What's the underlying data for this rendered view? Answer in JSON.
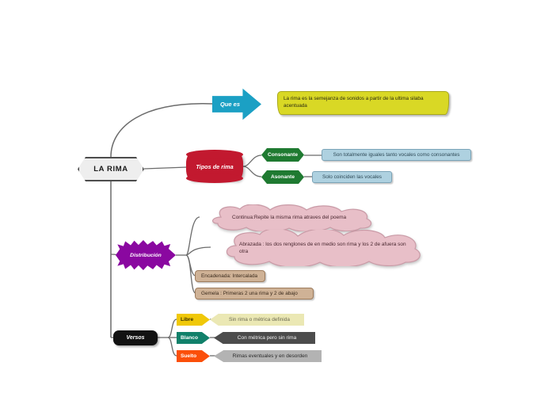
{
  "root": {
    "label": "LA RIMA"
  },
  "branches": {
    "que_es": {
      "label": "Que es",
      "detail": "La rima es la semejanza de sonidos a partir de la ultima silaba acentuada"
    },
    "tipos_de_rima": {
      "label": "Tipos de rima",
      "children": [
        {
          "label": "Consonante",
          "detail": "Son totalmente iguales tanto vocales como consonantes"
        },
        {
          "label": "Asonante",
          "detail": "Solo coinciden las vocales"
        }
      ]
    },
    "distribucion": {
      "label": "Distribución",
      "children": [
        {
          "label": "Continua:Repite la misma rima atraves del poema"
        },
        {
          "label": "Abrazada : los dos renglones de en medio son rima y los 2 de afuera son otra"
        },
        {
          "label": "Encadenada: Intercalada"
        },
        {
          "label": "Gemela : Primeras 2 una rima y 2 de abajo"
        }
      ]
    },
    "versos": {
      "label": "Versos",
      "children": [
        {
          "label": "Libre",
          "detail": "Sin rima o métrica definida"
        },
        {
          "label": "Blanco",
          "detail": "Con métrica pero sin rima"
        },
        {
          "label": "Suelto",
          "detail": "Rimas eventuales y en desorden"
        }
      ]
    }
  },
  "colors": {
    "background": "#ffffff",
    "root_fill": "#eeeeee",
    "root_stroke": "#4d4d4d",
    "connector": "#6b6b6b",
    "que_es": "#1ba0c4",
    "que_es_detail": "#d9d825",
    "tipos_de_rima": "#c2192f",
    "consonante": "#1f7a31",
    "asonante": "#1f7a31",
    "detail_blue": "#aed1e0",
    "distribucion": "#8a08a0",
    "cloud": "#e8bfc8",
    "cloud_stroke": "#c99aa6",
    "box_tan": "#cfb296",
    "versos": "#121212",
    "libre": "#f0c808",
    "blanco": "#11806a",
    "suelto": "#fb4f0a",
    "libre_detail": "#ebe8b4",
    "blanco_detail": "#4c4c4c",
    "suelto_detail": "#b3b3b3"
  }
}
